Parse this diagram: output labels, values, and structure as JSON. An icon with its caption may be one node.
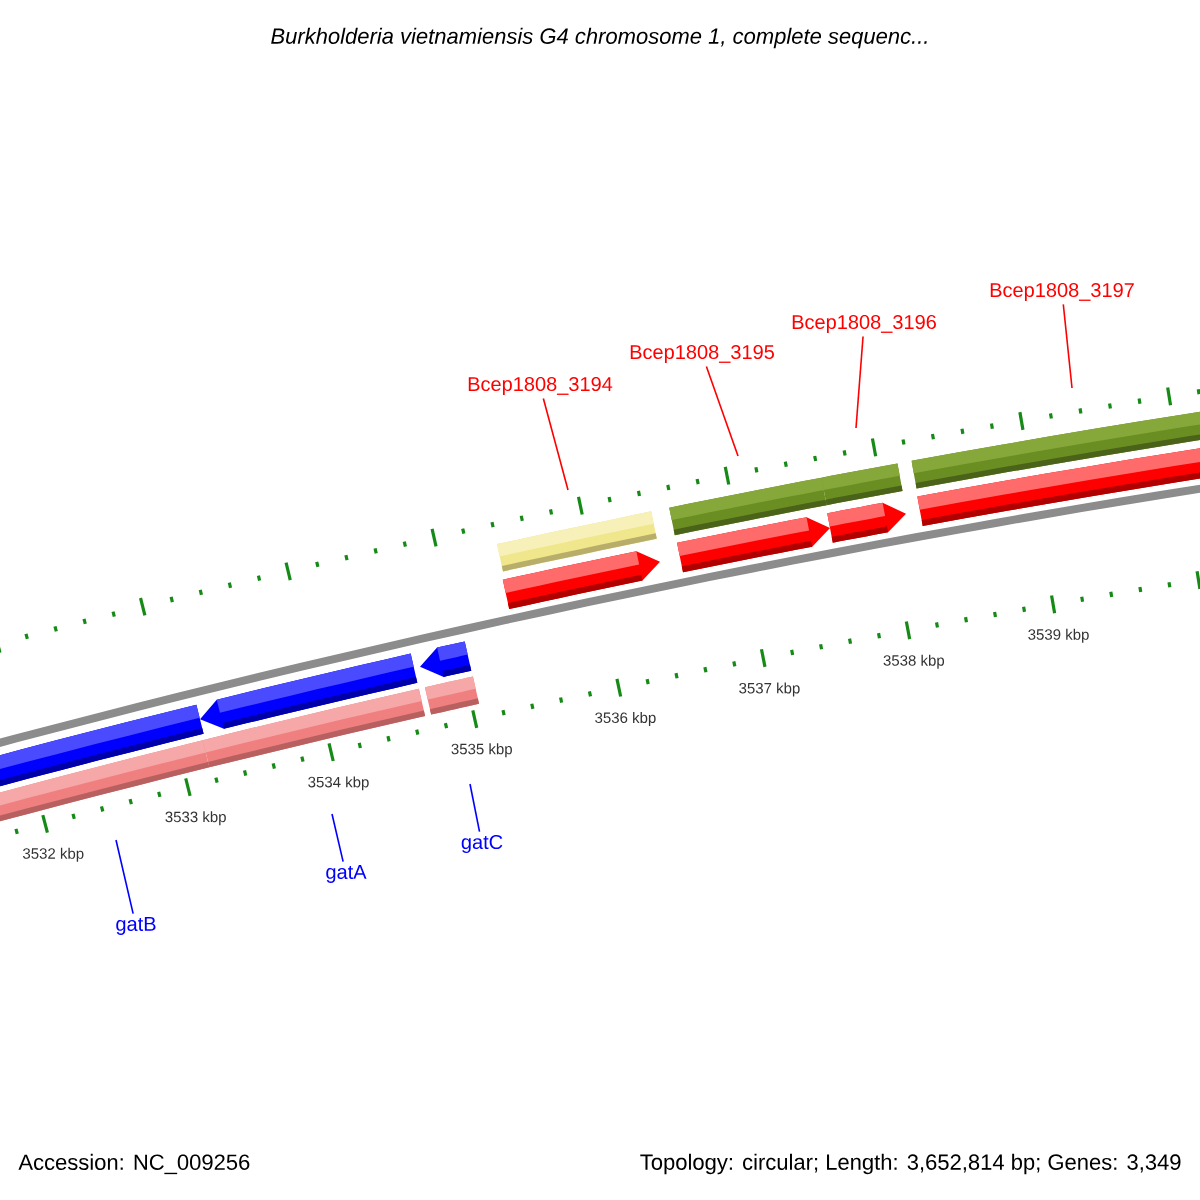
{
  "diagram": {
    "title": "Burkholderia vietnamiensis G4 chromosome 1, complete sequenc...",
    "nodes": [
      {
        "text": [
          "Bcep1808_3194"
        ]
      },
      {
        "text": [
          "Bcep1808_3195"
        ]
      },
      {
        "text": [
          "Bcep1808_3196"
        ]
      },
      {
        "text": [
          "Bcep1808_3197"
        ]
      },
      {
        "text": [
          "gatB"
        ]
      },
      {
        "text": [
          "gatA"
        ]
      },
      {
        "text": [
          "gatC"
        ]
      }
    ],
    "edges": [
      {
        "from": 0,
        "to": null,
        "arrow": "none"
      },
      {
        "from": 1,
        "to": null,
        "arrow": "none"
      },
      {
        "from": 2,
        "to": null,
        "arrow": "none"
      },
      {
        "from": 3,
        "to": null,
        "arrow": "none"
      },
      {
        "from": 4,
        "to": null,
        "arrow": "none",
        "color": "#0000ff"
      },
      {
        "from": 5,
        "to": null,
        "arrow": "none",
        "color": "#0000ff"
      },
      {
        "from": 6,
        "to": null,
        "arrow": "none",
        "color": "#0000ff"
      }
    ],
    "labels": [
      "3532 kbp",
      "3533 kbp",
      "3534 kbp",
      "3535 kbp",
      "3536 kbp",
      "3537 kbp",
      "3538 kbp",
      "3539 kbp",
      "Accession: NC_009256",
      "Topology: circular; Length: 3,652,814 bp; Genes: 3,349"
    ]
  }
}
